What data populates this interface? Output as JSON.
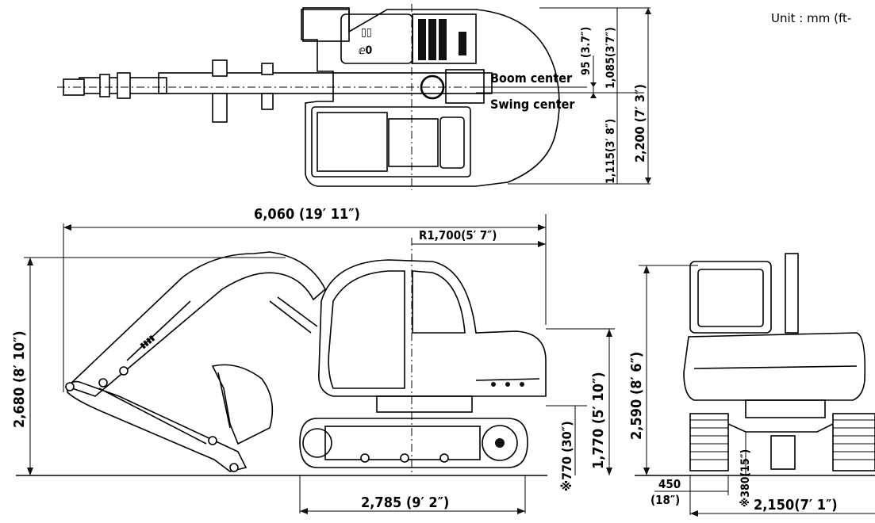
{
  "unit_label": "Unit : mm (ft-",
  "top_view": {
    "boom_center": "Boom center",
    "swing_center": "Swing center",
    "dim_95": "95 (3.7″)",
    "dim_1085": "1,085(3′7″)",
    "dim_2200": "2,200 (7′ 3″)",
    "dim_1115": "1,115(3′ 8″)"
  },
  "side_view": {
    "overall_length": "6,060  (19′ 11″)",
    "tail_radius": "R1,700(5′ 7″)",
    "overall_height": "2,680 (8′ 10″)",
    "cab_height": "1,770 (5′ 10″)",
    "counterweight_clearance": "※770 (30″)",
    "track_length": "2,785 (9′ 2″)"
  },
  "rear_view": {
    "height": "2,590 (8′ 6″)",
    "shoe_width": "450",
    "shoe_width_in": "(18″)",
    "ground_clearance": "※380(15″)",
    "overall_width": "2,150(7′ 1″)"
  }
}
